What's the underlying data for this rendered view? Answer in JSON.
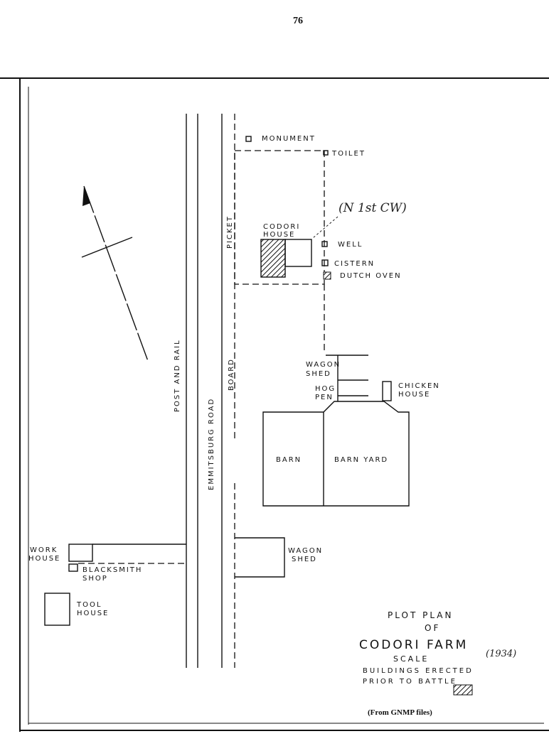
{
  "page_number": "76",
  "labels": {
    "monument": "MONUMENT",
    "toilet": "TOILET",
    "picket": "PICKET",
    "codori_house_1": "CODORI",
    "codori_house_2": "HOUSE",
    "well": "WELL",
    "cistern": "CISTERN",
    "dutch_oven": "DUTCH OVEN",
    "post_and_rail": "POST AND RAIL",
    "emmitsburg_road": "EMMITSBURG ROAD",
    "board": "BOARD",
    "wagon_shed_1": "WAGON",
    "wagon_shed_2": "SHED",
    "hog_pen_1": "HOG",
    "hog_pen_2": "PEN",
    "chicken_house_1": "CHICKEN",
    "chicken_house_2": "HOUSE",
    "barn": "BARN",
    "barn_yard": "BARN YARD",
    "wagon_shed_lower_1": "WAGON",
    "wagon_shed_lower_2": "SHED",
    "work_house_1": "WORK",
    "work_house_2": "HOUSE",
    "blacksmith_1": "BLACKSMITH",
    "blacksmith_2": "SHOP",
    "tool_house_1": "TOOL",
    "tool_house_2": "HOUSE"
  },
  "annotation": "(N 1st CW)",
  "title_block": {
    "line1": "PLOT PLAN",
    "line2": "OF",
    "line3": "CODORI FARM",
    "scale": "SCALE",
    "scale_note": "(1934)",
    "legend_1": "BUILDINGS ERECTED",
    "legend_2": "PRIOR TO BATTLE"
  },
  "source": "(From GNMP files)"
}
